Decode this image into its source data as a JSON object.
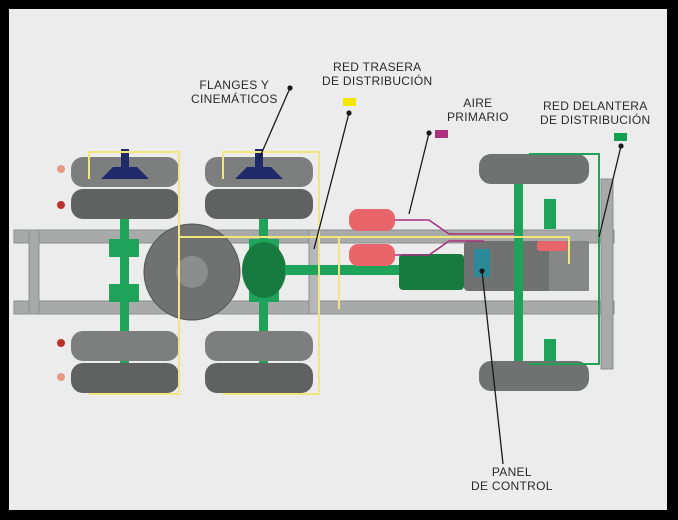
{
  "labels": {
    "flanges": "FLANGES Y\nCINEMÁTICOS",
    "red_trasera": "RED TRASERA\nDE DISTRIBUCIÓN",
    "aire_primario": "AIRE\nPRIMARIO",
    "red_delantera": "RED DELANTERA\nDE DISTRIBUCIÓN",
    "panel_control": "PANEL\nDE CONTROL"
  },
  "colors": {
    "background": "#ececec",
    "frame": "#a8aaa9",
    "frame_dark": "#8d8f8e",
    "tire": "#7c7f7e",
    "tire_dark": "#5f6261",
    "axle_green": "#1fa35a",
    "drive_green": "#177a3e",
    "brake_red": "#e8666a",
    "pneumatic_yellow": "#f2e57a",
    "primary_air_magenta": "#a8307f",
    "flange_navy": "#1f2a6b",
    "control_panel_teal": "#2a8a9a",
    "leader_line": "#1a1a1a",
    "marker_yellow": "#f5e600",
    "marker_magenta": "#b03080",
    "marker_green": "#12a050"
  }
}
